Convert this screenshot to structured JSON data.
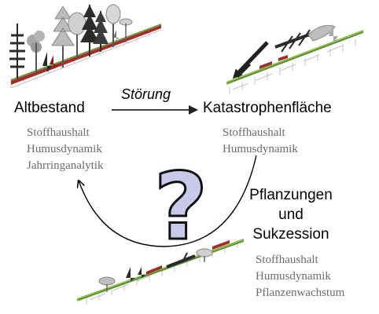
{
  "nodes": {
    "altbestand": {
      "title": "Altbestand",
      "items": [
        "Stoffhaushalt",
        "Humusdynamik",
        "Jahrringanalytik"
      ]
    },
    "katastrophe": {
      "title": "Katastrophenfläche",
      "items": [
        "Stoffhaushalt",
        "Humusdynamik"
      ]
    },
    "sukzession": {
      "items": [
        "Stoffhaushalt",
        "Humusdynamik",
        "Pflanzenwachstum"
      ]
    }
  },
  "arrows": {
    "stoerung": "Störung",
    "pflanzungen": [
      "Pflanzungen",
      "und",
      "Sukzession"
    ]
  },
  "symbol": "?",
  "colors": {
    "question_fill": "#c9c9ec",
    "question_stroke": "#111111",
    "soil_red": "#a52a2a",
    "grass_green": "#7fbf3a",
    "tree_dark": "#2b2b2b",
    "tree_gray": "#9a9a9a",
    "ground_gray": "#bdbdbd"
  }
}
